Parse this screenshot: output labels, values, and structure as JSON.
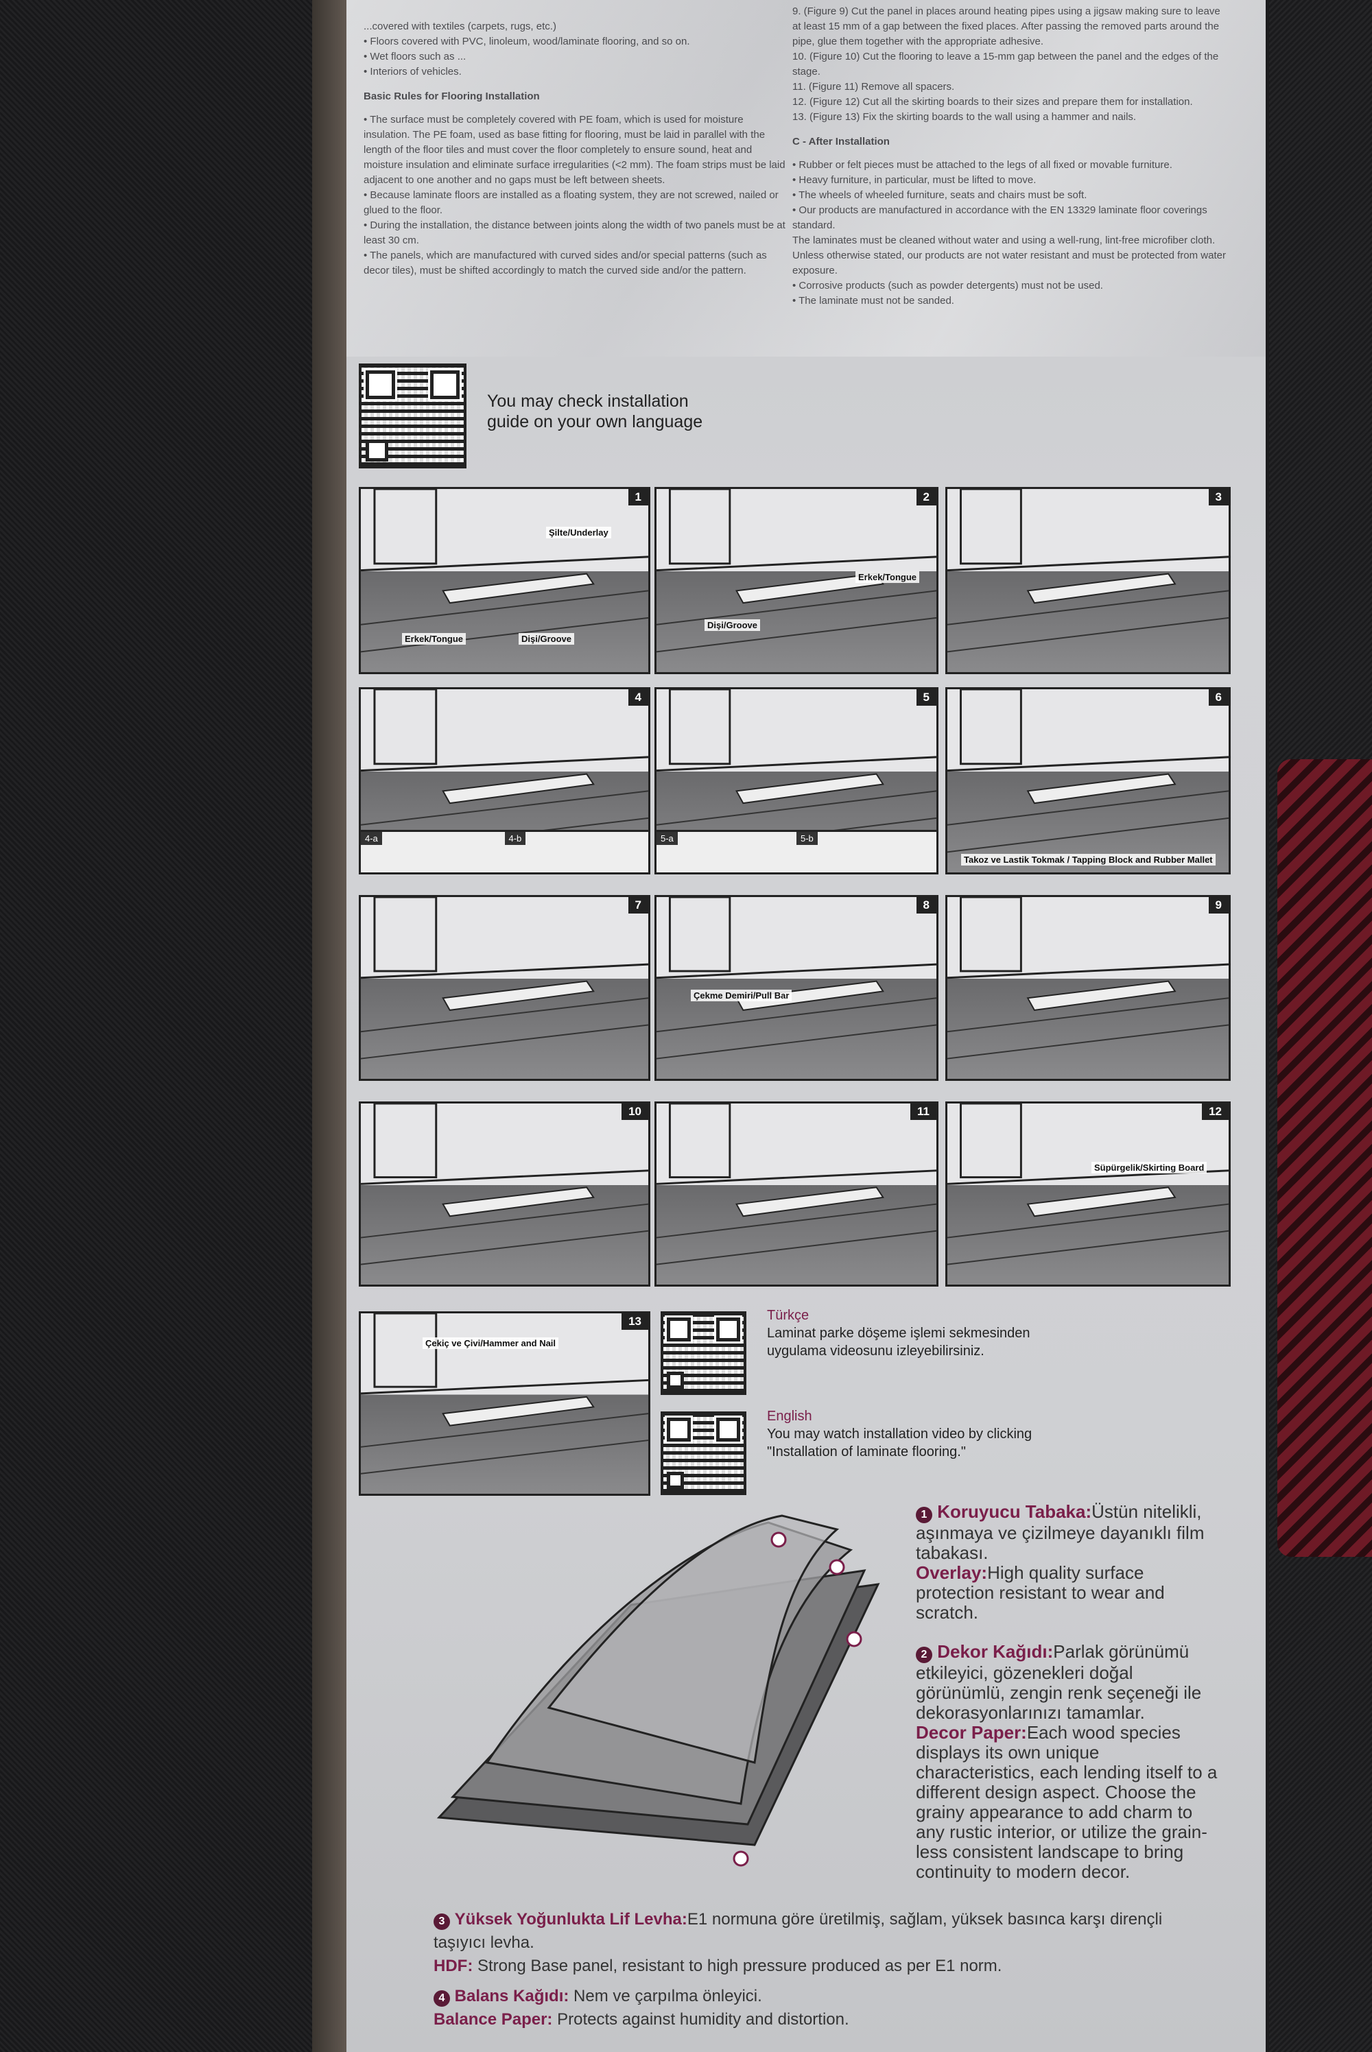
{
  "top_left_text": {
    "lines": [
      "...covered with textiles (carpets, rugs, etc.)",
      "• Floors covered with PVC, linoleum, wood/laminate flooring, and so on.",
      "• Wet floors such as ...",
      "• Interiors of vehicles."
    ],
    "heading": "Basic Rules for Flooring Installation",
    "bullets": [
      "• The surface must be completely covered with PE foam, which is used for moisture insulation. The PE foam, used as base fitting for flooring, must be laid in parallel with the length of the floor tiles and must cover the floor completely to ensure sound, heat and moisture insulation and eliminate surface irregularities (<2 mm). The foam strips must be laid adjacent to one another and no gaps must be left between sheets.",
      "• Because laminate floors are installed as a floating system, they are not screwed, nailed or glued to the floor.",
      "• During the installation, the distance between joints along the width of two panels must be at least 30 cm.",
      "• The panels, which are manufactured with curved sides and/or special patterns (such as decor tiles), must be shifted accordingly to match the curved side and/or the pattern."
    ]
  },
  "top_right_text": {
    "steps": [
      "9. (Figure 9) Cut the panel in places around heating pipes using a jigsaw making sure to leave at least 15 mm of a gap between the fixed places. After passing the removed parts around the pipe, glue them together with the appropriate adhesive.",
      "10. (Figure 10) Cut the flooring to leave a 15-mm gap between the panel and the edges of the stage.",
      "11. (Figure 11) Remove all spacers.",
      "12. (Figure 12) Cut all the skirting boards to their sizes and prepare them for installation.",
      "13. (Figure 13) Fix the skirting boards to the wall using a hammer and nails."
    ],
    "heading": "C - After Installation",
    "bullets": [
      "• Rubber or felt pieces must be attached to the legs of all fixed or movable furniture.",
      "• Heavy furniture, in particular, must be lifted to move.",
      "• The wheels of wheeled furniture, seats and chairs must be soft.",
      "• Our products are manufactured in accordance with the EN 13329 laminate floor coverings standard.",
      "The laminates must be cleaned without water and using a well-rung, lint-free microfiber cloth. Unless otherwise stated, our products are not water resistant and must be protected from water exposure.",
      "• Corrosive products (such as powder detergents) must not be used.",
      "• The laminate must not be sanded."
    ]
  },
  "qr_guide": {
    "text_line1": "You may check installation",
    "text_line2": "guide on your own language"
  },
  "panels": [
    {
      "num": "1",
      "labels": [
        "Şilte/Underlay",
        "Erkek/Tongue",
        "Dişi/Groove"
      ]
    },
    {
      "num": "2",
      "labels": [
        "Erkek/Tongue",
        "Dişi/Groove"
      ]
    },
    {
      "num": "3",
      "labels": []
    },
    {
      "num": "4",
      "subs": [
        "4-a",
        "4-b"
      ]
    },
    {
      "num": "5",
      "subs": [
        "5-a",
        "5-b"
      ]
    },
    {
      "num": "6",
      "labels": [
        "Takoz ve Lastik Tokmak / Tapping Block and Rubber Mallet"
      ]
    },
    {
      "num": "7",
      "labels": []
    },
    {
      "num": "8",
      "labels": [
        "Çekme Demiri/Pull Bar"
      ]
    },
    {
      "num": "9",
      "labels": []
    },
    {
      "num": "10",
      "labels": []
    },
    {
      "num": "11",
      "labels": []
    },
    {
      "num": "12",
      "labels": [
        "Süpürgelik/Skirting Board"
      ]
    },
    {
      "num": "13",
      "labels": [
        "Çekiç ve Çivi/Hammer and Nail"
      ]
    }
  ],
  "video": {
    "tr_title": "Türkçe",
    "tr_line1": "Laminat parke döşeme işlemi sekmesinden",
    "tr_line2": "uygulama videosunu izleyebilirsiniz.",
    "en_title": "English",
    "en_line1": "You may watch installation video by clicking",
    "en_line2": "\"Installation of laminate flooring.\""
  },
  "layers": {
    "l1_num": "1",
    "l1_tr_title": "Koruyucu Tabaka:",
    "l1_tr": "Üstün nitelikli, aşınmaya ve çizilmeye dayanıklı film tabakası.",
    "l1_en_title": "Overlay:",
    "l1_en": "High quality surface protection resistant to wear and scratch.",
    "l2_num": "2",
    "l2_tr_title": "Dekor Kağıdı:",
    "l2_tr": "Parlak görünümü etkileyici, gözenekleri doğal görünümlü, zengin renk seçeneği ile dekorasyonlarınızı tamamlar.",
    "l2_en_title": "Decor Paper:",
    "l2_en": "Each wood species displays its own unique characteristics, each lending itself to a different design aspect. Choose the grainy appearance to add charm to any rustic interior, or utilize the grain-less consistent landscape to bring continuity to modern decor.",
    "l3_num": "3",
    "l3_tr_title": "Yüksek Yoğunlukta Lif Levha:",
    "l3_tr": "E1 normuna göre üretilmiş, sağlam, yüksek basınca karşı dirençli taşıyıcı levha.",
    "l3_en_title": "HDF:",
    "l3_en": "Strong Base panel, resistant to high pressure produced as per E1 norm.",
    "l4_num": "4",
    "l4_tr_title": "Balans Kağıdı:",
    "l4_tr": "Nem ve çarpılma önleyici.",
    "l4_en_title": "Balance Paper:",
    "l4_en": "Protects against humidity and distortion."
  },
  "colors": {
    "accent": "#7a1f4a",
    "card": "#d0d1d4",
    "background": "#1c1c1e",
    "mat": "#6e1a26"
  }
}
